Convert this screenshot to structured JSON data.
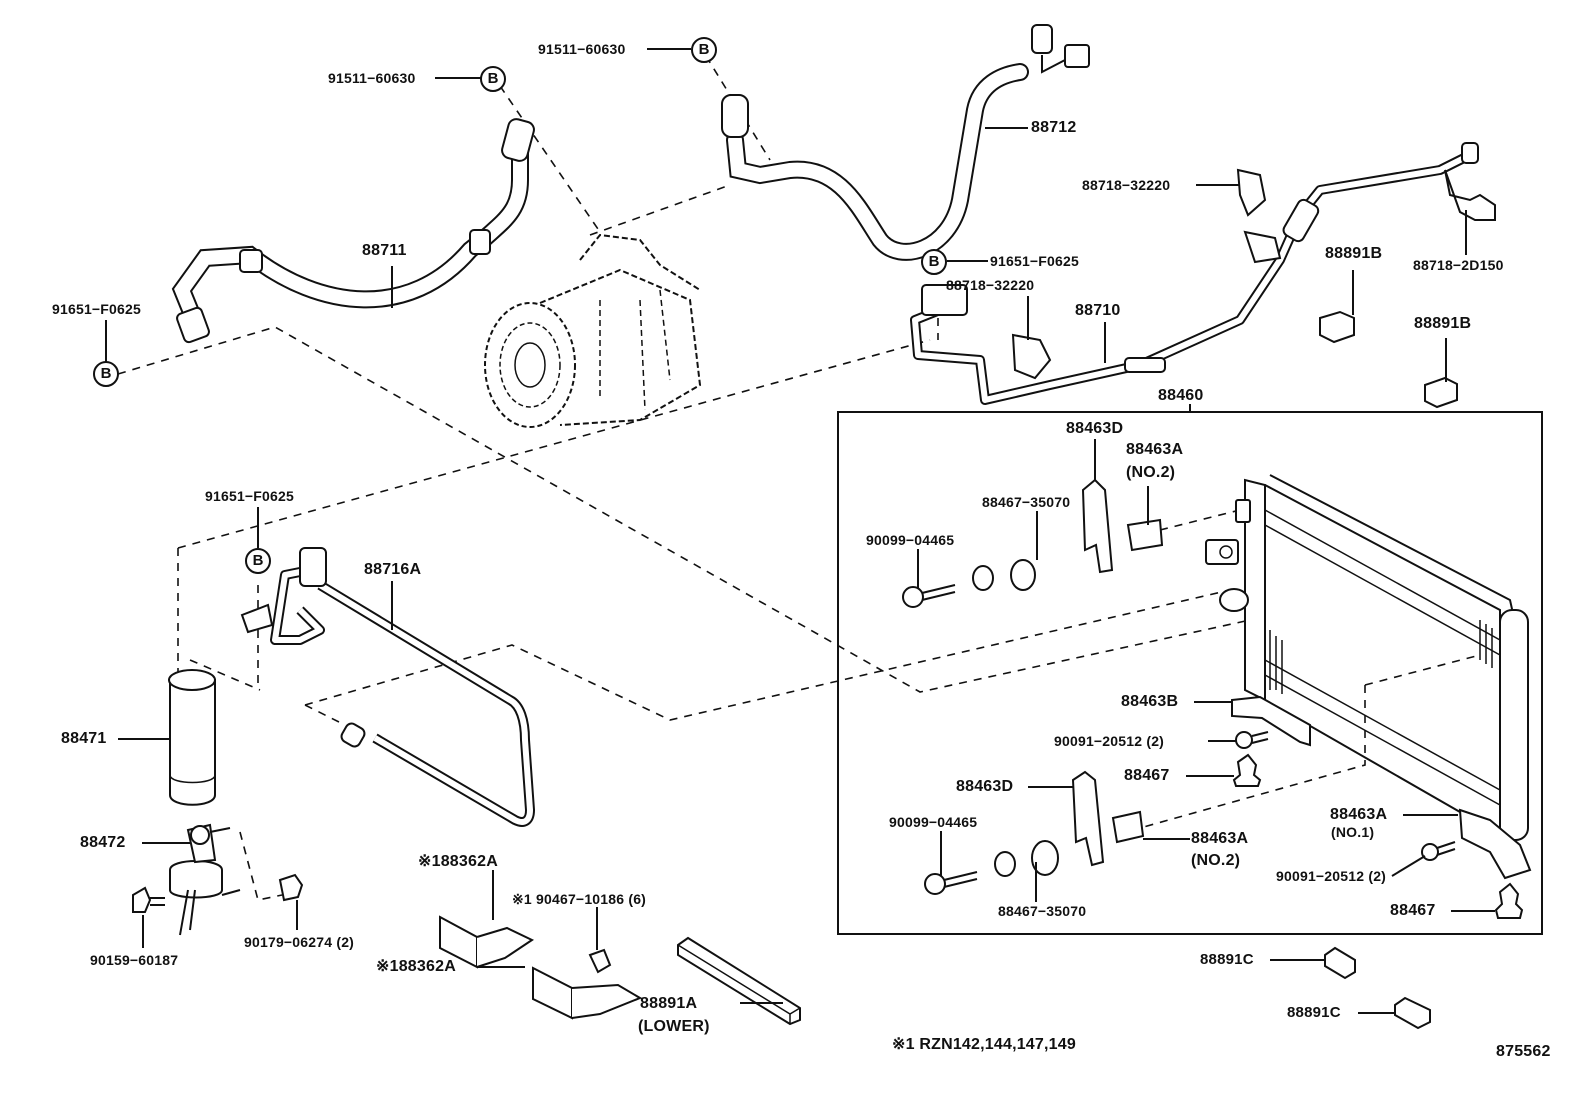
{
  "diagram": {
    "title": "A/C Compressor, Hoses, Receiver and Condenser Assembly",
    "figure_number": "875562",
    "footnote": "※1 RZN142,144,147,149",
    "b_marker": "B",
    "parts": {
      "bolt_91511_left": "91511−60630",
      "bolt_91511_top": "91511−60630",
      "bolt_91651_left": "91651−F0625",
      "bolt_91651_mid": "91651−F0625",
      "bolt_91651_receiver": "91651−F0625",
      "hose_88711": "88711",
      "hose_88712": "88712",
      "pipe_88710": "88710",
      "clamp_88718_32220_top": "88718−32220",
      "clamp_88718_32220_mid": "88718−32220",
      "clamp_88718_2d150": "88718−2D150",
      "seal_88891b_1": "88891B",
      "seal_88891b_2": "88891B",
      "condenser_88460": "88460",
      "bracket_88463d_top": "88463D",
      "bracket_88463a_no2_top": "88463A",
      "bracket_88463a_no2_top_note": "(NO.2)",
      "cushion_88467_35070_top": "88467−35070",
      "bolt_90099_top": "90099−04465",
      "bracket_88463b": "88463B",
      "bolt_90091_mid": "90091−20512 (2)",
      "cushion_88467_mid": "88467",
      "bracket_88463d_bottom": "88463D",
      "bolt_90099_bottom": "90099−04465",
      "cushion_88467_35070_bottom": "88467−35070",
      "bracket_88463a_no2_bottom": "88463A",
      "bracket_88463a_no2_bottom_note": "(NO.2)",
      "bracket_88463a_no1": "88463A",
      "bracket_88463a_no1_note": "(NO.1)",
      "bolt_90091_bottom": "90091−20512 (2)",
      "cushion_88467_bottom": "88467",
      "seal_88891c_1": "88891C",
      "seal_88891c_2": "88891C",
      "pipe_88716a": "88716A",
      "receiver_88471": "88471",
      "bracket_88472": "88472",
      "bolt_90159": "90159−60187",
      "nut_90179": "90179−06274 (2)",
      "bracket_188362a_top": "※188362A",
      "bracket_188362a_bottom": "※188362A",
      "clip_90467": "※1 90467−10186 (6)",
      "seal_88891a": "88891A",
      "seal_88891a_note": "(LOWER)"
    }
  }
}
